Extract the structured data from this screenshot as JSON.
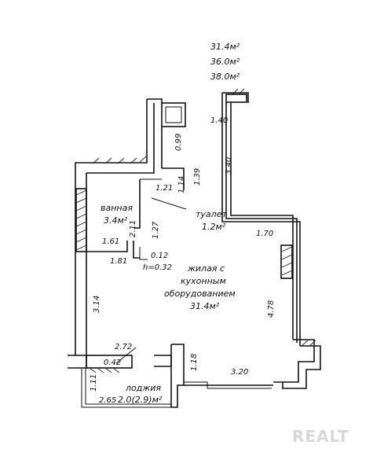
{
  "summary_areas": [
    "31.4м²",
    "36.0м²",
    "38.0м²"
  ],
  "rooms": {
    "bathroom": {
      "name": "ванная",
      "area": "3.4м²"
    },
    "toilet": {
      "name": "туалет",
      "area": "1.2м²"
    },
    "living": {
      "name_line1": "жилая с",
      "name_line2": "кухонным",
      "name_line3": "оборудованием",
      "area": "31.4м²"
    },
    "loggia": {
      "name": "лоджия",
      "area": "2.0(2.9)м²"
    }
  },
  "dimensions": {
    "d_140": "1.40",
    "d_099": "0.99",
    "d_340": "3.40",
    "d_139": "1.39",
    "d_121": "1.21",
    "d_114": "1.14",
    "d_211": "2.11",
    "d_127": "1.27",
    "d_161": "1.61",
    "d_170": "1.70",
    "d_181": "1.81",
    "d_012": "0.12",
    "d_h032": "h=0.32",
    "d_314": "3.14",
    "d_478": "4.78",
    "d_272": "2.72",
    "d_042": "0.42",
    "d_118": "1.18",
    "d_320": "3.20",
    "d_111": "1.11",
    "d_265": "2.65"
  },
  "watermark": "REALT",
  "colors": {
    "ink": "#111111",
    "background": "#ffffff",
    "watermark": "#d7d7d7"
  }
}
